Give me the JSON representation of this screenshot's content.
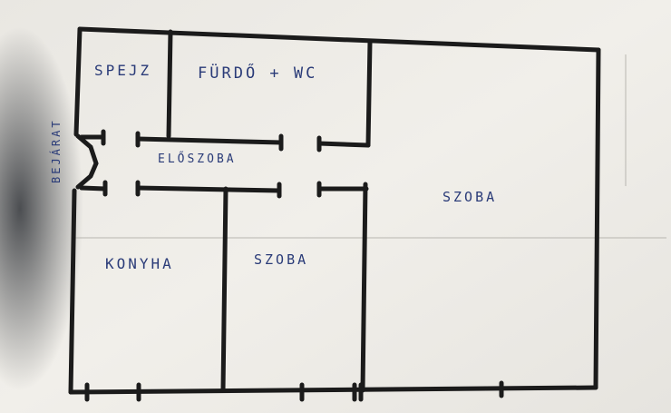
{
  "plan": {
    "rooms": {
      "pantry": "SPEJZ",
      "bathroom": "FÜRDŐ + WC",
      "hall": "ELŐSZOBA",
      "kitchen": "KONYHA",
      "bedroom_small": "SZOBA",
      "bedroom_large": "SZOBA"
    },
    "entrance": "BEJÁRAT"
  },
  "colors": {
    "paper": "#efede8",
    "ink_wall": "#1b1b1b",
    "ink_text": "#2a3b78",
    "shadow": "#3b3e44"
  }
}
